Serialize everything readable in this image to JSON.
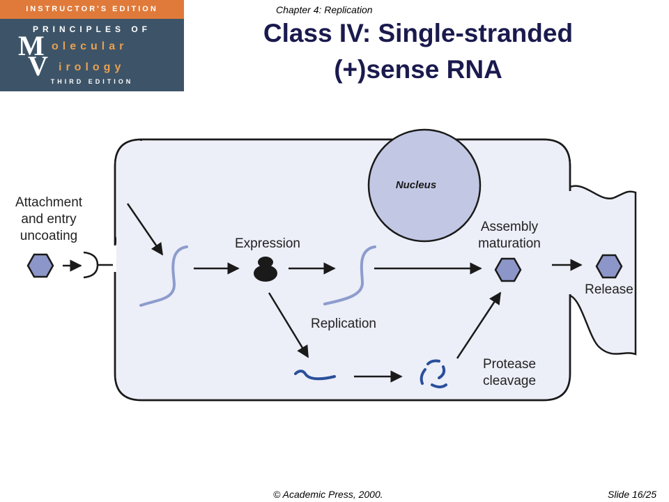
{
  "logo": {
    "band": "INSTRUCTOR'S EDITION",
    "line1": "PRINCIPLES OF",
    "big_m": "M",
    "rest1": "olecular",
    "big_v": "V",
    "rest2": "irology",
    "line3": "THIRD EDITION"
  },
  "chapter": "Chapter 4: Replication",
  "title_line1": "Class IV: Single-stranded",
  "title_line2": "(+)sense RNA",
  "diagram": {
    "attach_line1": "Attachment",
    "attach_line2": "and entry",
    "attach_line3": "uncoating",
    "nucleus": "Nucleus",
    "expression": "Expression",
    "assembly_line1": "Assembly",
    "assembly_line2": "maturation",
    "release": "Release",
    "replication": "Replication",
    "protease_line1": "Protease",
    "protease_line2": "cleavage"
  },
  "colors": {
    "cell_fill": "#eceef8",
    "nucleus_fill": "#c2c8e4",
    "virion_fill": "#8d96c8",
    "rna_plus": "#8d9ccc",
    "protein": "#2a4f9a",
    "title": "#1a1a4e"
  },
  "footer_left": "© Academic Press, 2000.",
  "footer_right": "Slide 16/25"
}
